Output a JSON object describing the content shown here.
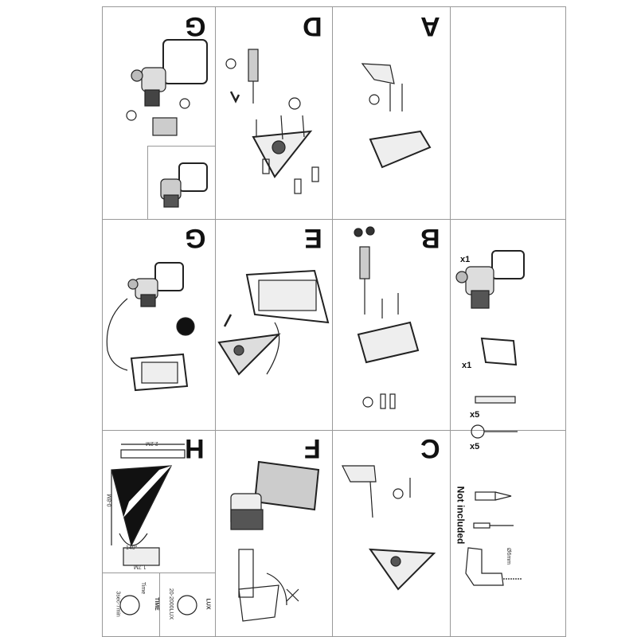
{
  "panels": [
    {
      "id": "G1",
      "letter": "G"
    },
    {
      "id": "D",
      "letter": "D"
    },
    {
      "id": "A",
      "letter": "A"
    },
    {
      "id": "G2",
      "letter": "G"
    },
    {
      "id": "E",
      "letter": "E"
    },
    {
      "id": "B",
      "letter": "B"
    },
    {
      "id": "H",
      "letter": "H"
    },
    {
      "id": "F",
      "letter": "F"
    },
    {
      "id": "C",
      "letter": "C"
    }
  ],
  "parts": {
    "lamp_qty": "x1",
    "panel_qty": "x1",
    "plug_qty": "x5",
    "screw_qty": "x5",
    "not_included": "Not included",
    "drill_bit": "Ø6mm"
  },
  "detection": {
    "width": "2.2M",
    "range": "0-8M",
    "angle": "140°",
    "height": "1.7M"
  },
  "settings": {
    "time_label": "TIME",
    "time_dial": "Time",
    "time_range": "3sec-7min",
    "lux_label": "LUX",
    "lux_range": "20-2000LUX"
  }
}
